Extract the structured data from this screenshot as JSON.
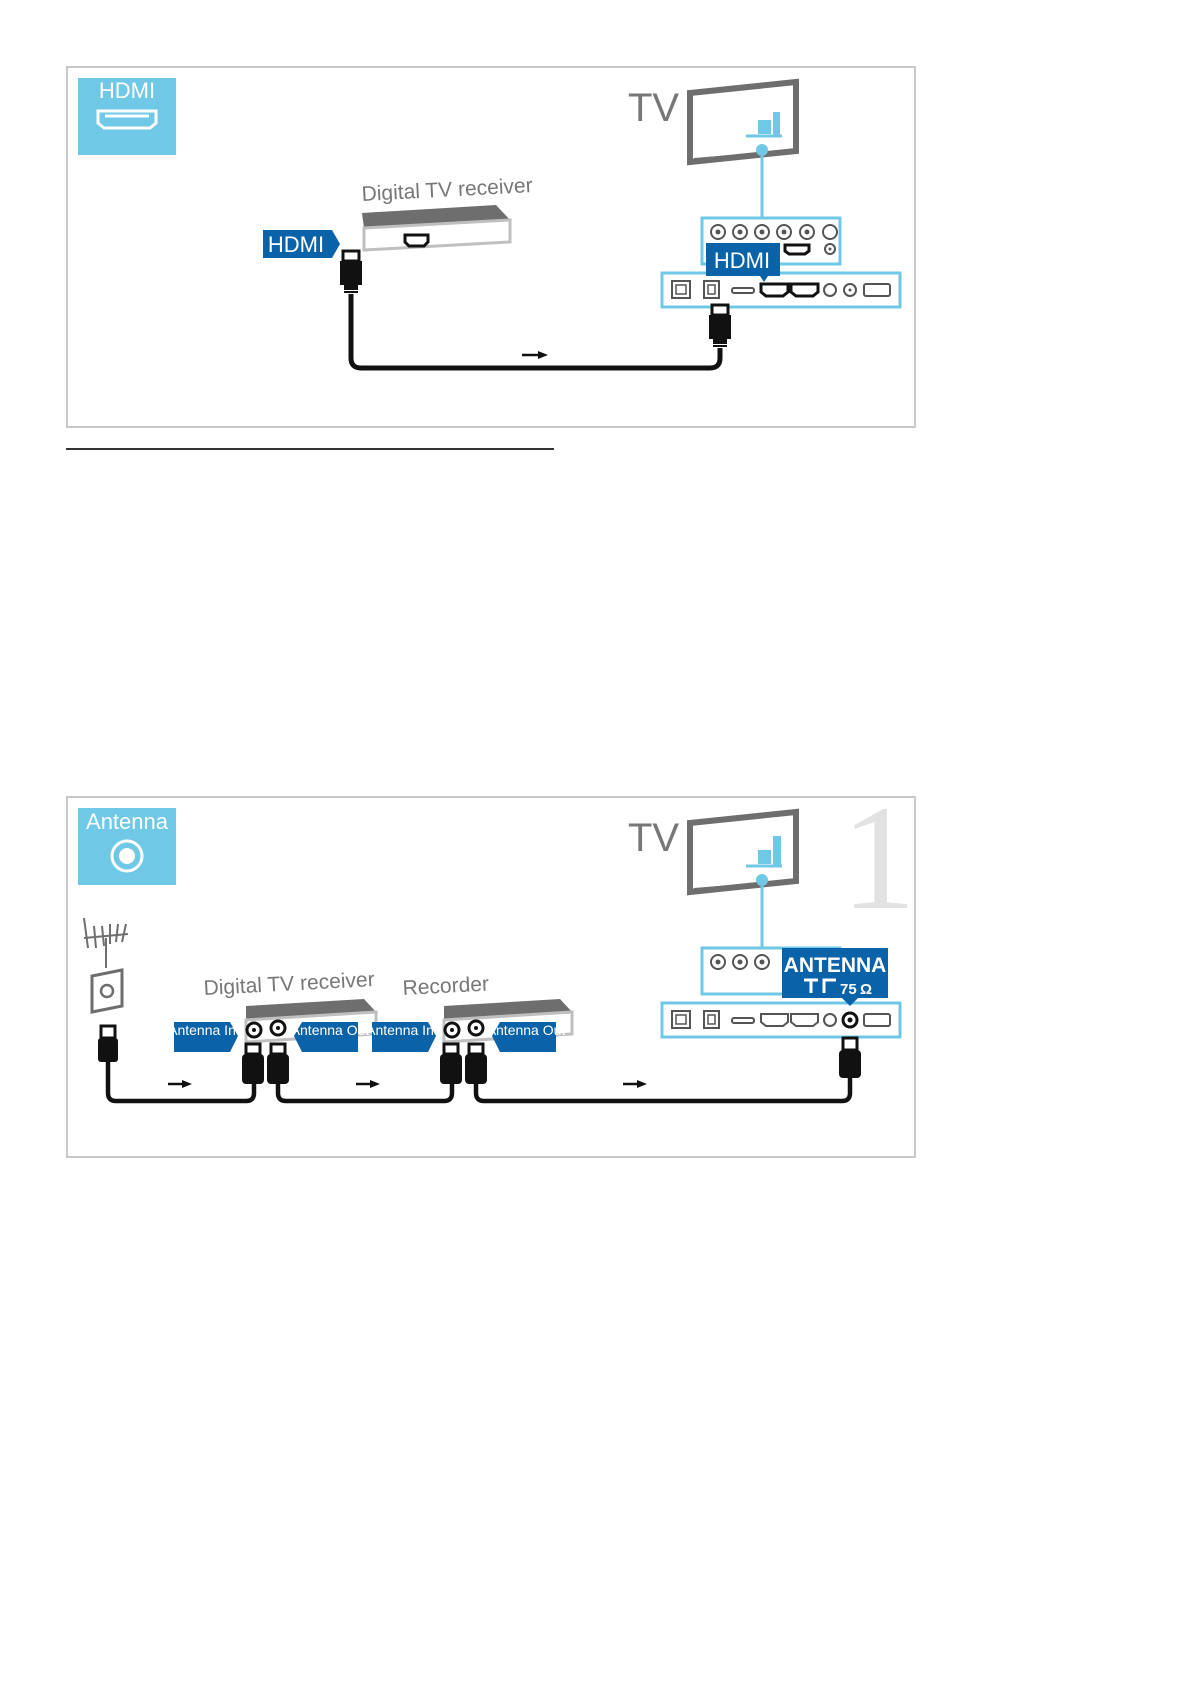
{
  "colors": {
    "accent": "#0a62a8",
    "badge": "#6fc8e6",
    "line": "#6fc8e6",
    "device": "#6e6e6e",
    "cable": "#111111",
    "outline": "#555555",
    "connector_strip": "#6fc8e6"
  },
  "diagram_hdmi": {
    "badge": {
      "label": "HDMI",
      "icon": "hdmi-port-icon"
    },
    "tv_label": "TV",
    "receiver_label": "Digital TV receiver",
    "receiver_port_label": "HDMI",
    "tv_port_label": "HDMI",
    "signal_arrow": "arrow-right-icon"
  },
  "diagram_antenna": {
    "badge": {
      "label": "Antenna",
      "icon": "antenna-port-icon"
    },
    "tv_label": "TV",
    "step_number": "1",
    "receiver_label": "Digital TV receiver",
    "recorder_label": "Recorder",
    "receiver_in_label": "Antenna In",
    "receiver_out_label": "Antenna Out",
    "recorder_in_label": "Antenna In",
    "recorder_out_label": "Antenna Out",
    "tv_port_label": "ANTENNA",
    "tv_port_sublabel": "75",
    "tv_port_unit": "Ω"
  }
}
